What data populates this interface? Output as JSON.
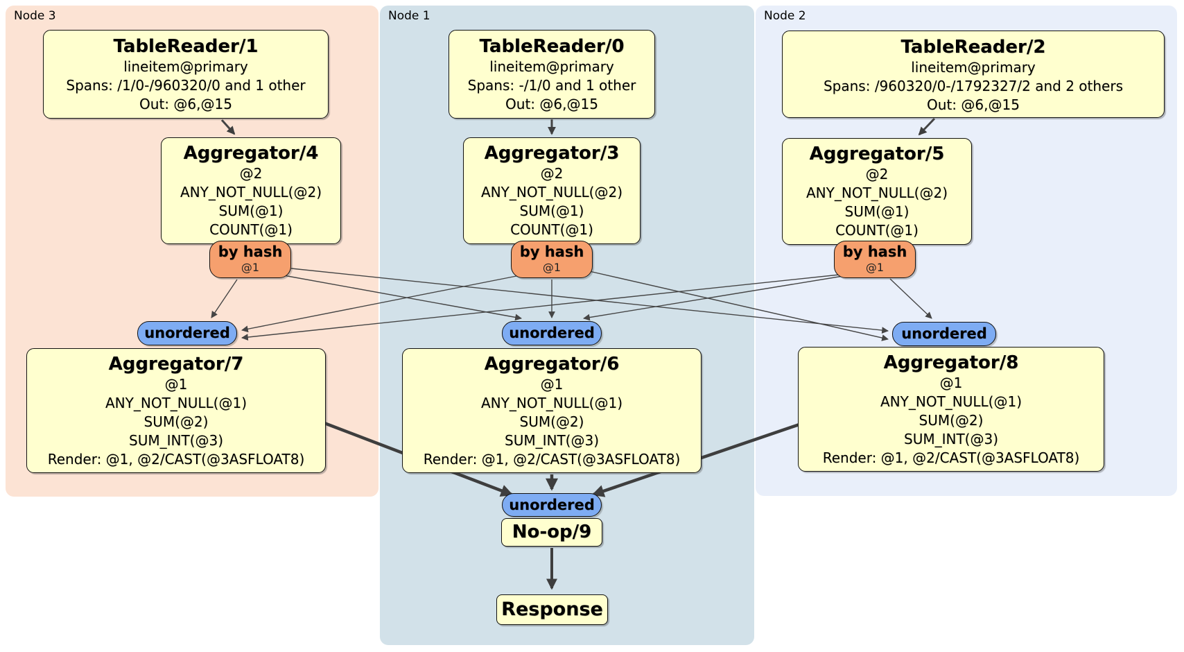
{
  "groups": {
    "node3": {
      "label": "Node 3",
      "bg": "#fce3d4"
    },
    "node1": {
      "label": "Node 1",
      "bg": "#d2e1e9"
    },
    "node2": {
      "label": "Node 2",
      "bg": "#e9effa"
    }
  },
  "boxes": {
    "tablereader1": {
      "title": "TableReader/1",
      "lines": [
        "lineitem@primary",
        "Spans: /1/0-/960320/0 and 1 other",
        "Out: @6,@15"
      ]
    },
    "tablereader0": {
      "title": "TableReader/0",
      "lines": [
        "lineitem@primary",
        "Spans: -/1/0 and 1 other",
        "Out: @6,@15"
      ]
    },
    "tablereader2": {
      "title": "TableReader/2",
      "lines": [
        "lineitem@primary",
        "Spans: /960320/0-/1792327/2 and 2 others",
        "Out: @6,@15"
      ]
    },
    "aggregator4": {
      "title": "Aggregator/4",
      "lines": [
        "@2",
        "ANY_NOT_NULL(@2)",
        "SUM(@1)",
        "COUNT(@1)"
      ]
    },
    "aggregator3": {
      "title": "Aggregator/3",
      "lines": [
        "@2",
        "ANY_NOT_NULL(@2)",
        "SUM(@1)",
        "COUNT(@1)"
      ]
    },
    "aggregator5": {
      "title": "Aggregator/5",
      "lines": [
        "@2",
        "ANY_NOT_NULL(@2)",
        "SUM(@1)",
        "COUNT(@1)"
      ]
    },
    "aggregator7": {
      "title": "Aggregator/7",
      "lines": [
        "@1",
        "ANY_NOT_NULL(@1)",
        "SUM(@2)",
        "SUM_INT(@3)",
        "Render: @1, @2/CAST(@3ASFLOAT8)"
      ]
    },
    "aggregator6": {
      "title": "Aggregator/6",
      "lines": [
        "@1",
        "ANY_NOT_NULL(@1)",
        "SUM(@2)",
        "SUM_INT(@3)",
        "Render: @1, @2/CAST(@3ASFLOAT8)"
      ]
    },
    "aggregator8": {
      "title": "Aggregator/8",
      "lines": [
        "@1",
        "ANY_NOT_NULL(@1)",
        "SUM(@2)",
        "SUM_INT(@3)",
        "Render: @1, @2/CAST(@3ASFLOAT8)"
      ]
    },
    "noop": {
      "title": "No-op/9"
    },
    "response": {
      "title": "Response"
    }
  },
  "badges": {
    "by_hash": {
      "label": "by hash",
      "detail": "@1"
    },
    "unordered": {
      "label": "unordered"
    }
  },
  "colors": {
    "process_box_bg": "#ffffcf",
    "hash_router_bg": "#f6a06e",
    "stream_badge_bg": "#7eacf3",
    "edge": "#454545",
    "border": "#111111"
  }
}
